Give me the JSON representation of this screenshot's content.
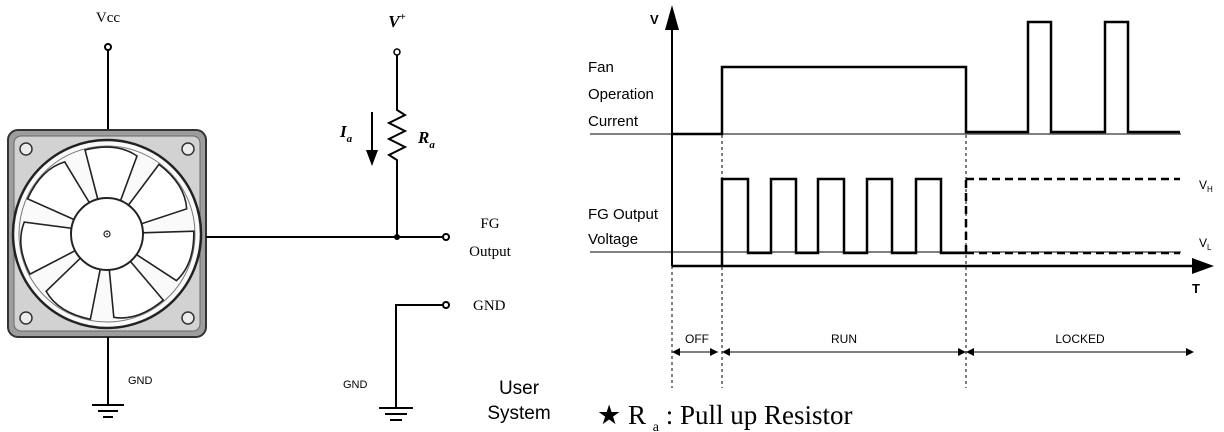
{
  "circuit": {
    "vcc_label": "Vcc",
    "vplus_main": "V",
    "vplus_sup": "+",
    "ia_main": "I",
    "ia_sub": "a",
    "ra_main": "R",
    "ra_sub": "a",
    "fg_line1": "FG",
    "fg_line2": "Output",
    "gnd_user": "GND",
    "gnd_fan": "GND",
    "gnd_resistor": "GND",
    "user_line1": "User",
    "user_line2": "System"
  },
  "timing": {
    "v_axis": "V",
    "t_axis": "T",
    "fan_line1": "Fan",
    "fan_line2": "Operation",
    "fan_line3": "Current",
    "fg_line1": "FG Output",
    "fg_line2": "Voltage",
    "vh_main": "V",
    "vh_sub": "H",
    "vl_main": "V",
    "vl_sub": "L",
    "phase_off": "OFF",
    "phase_run": "RUN",
    "phase_locked": "LOCKED"
  },
  "footnote": {
    "star": "★",
    "r_letter": "R",
    "r_sub": "a",
    "colon": ":",
    "text": "Pull up Resistor"
  }
}
